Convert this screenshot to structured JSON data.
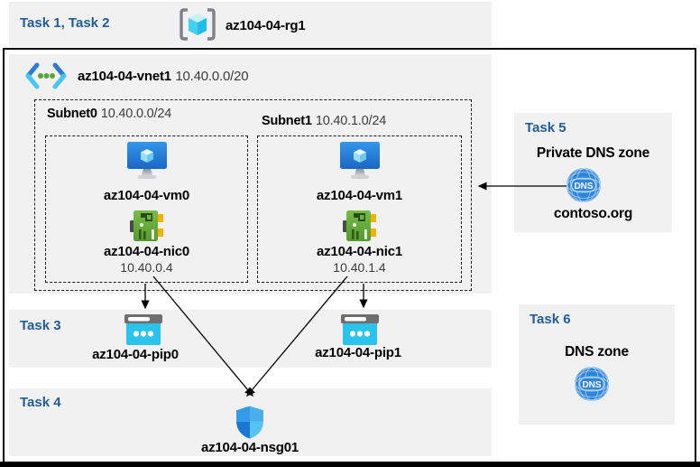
{
  "colors": {
    "task_label": "#1F5C99",
    "panel_gray": "#F1F1F2",
    "border_black": "#000000",
    "azure_dns_blue": "#2E85DC",
    "nic_green": "#6FB23E",
    "pip_cyan": "#2BC2EC",
    "nsg_shield_blues": [
      "#349BE5",
      "#4AAFEA",
      "#1877D2",
      "#55C4F2"
    ]
  },
  "header": {
    "tasks_label": "Task 1, Task 2",
    "resource_group": "az104-04-rg1"
  },
  "vnet": {
    "name": "az104-04-vnet1",
    "cidr": "10.40.0.0/20",
    "subnets": [
      {
        "name": "Subnet0",
        "cidr": "10.40.0.0/24",
        "vm": "az104-04-vm0",
        "nic": "az104-04-nic0",
        "ip": "10.40.0.4"
      },
      {
        "name": "Subnet1",
        "cidr": "10.40.1.0/24",
        "vm": "az104-04-vm1",
        "nic": "az104-04-nic1",
        "ip": "10.40.1.4"
      }
    ]
  },
  "task3": {
    "label": "Task 3",
    "pip0": "az104-04-pip0",
    "pip1": "az104-04-pip1"
  },
  "task4": {
    "label": "Task 4",
    "nsg": "az104-04-nsg01"
  },
  "task5": {
    "label": "Task 5",
    "title": "Private DNS zone",
    "zone": "contoso.org",
    "icon_text": "DNS"
  },
  "task6": {
    "label": "Task 6",
    "title": "DNS zone",
    "icon_text": "DNS"
  }
}
